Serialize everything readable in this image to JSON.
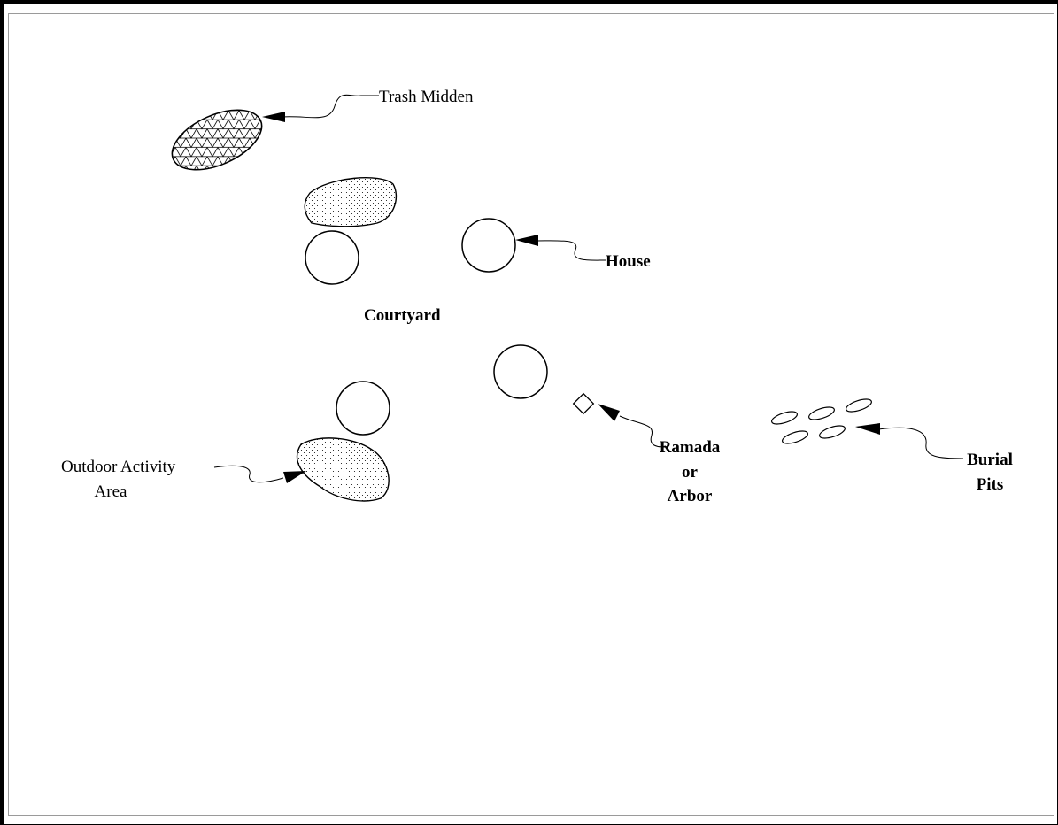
{
  "labels": {
    "trash_midden": "Trash Midden",
    "house": "House",
    "courtyard": "Courtyard",
    "outdoor_activity_line1": "Outdoor Activity",
    "outdoor_activity_line2": "Area",
    "ramada_line1": "Ramada",
    "ramada_line2": "or",
    "ramada_line3": "Arbor",
    "burial_line1": "Burial",
    "burial_line2": "Pits"
  },
  "colors": {
    "stroke": "#000000",
    "frame": "#000000",
    "inner_frame": "#9a9a9a",
    "background": "#ffffff"
  }
}
